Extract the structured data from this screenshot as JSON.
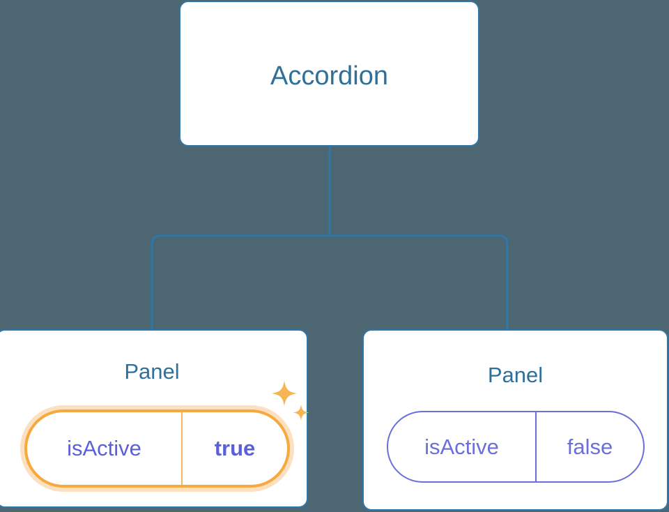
{
  "diagram": {
    "type": "component-tree",
    "background_color": "#4c6771",
    "node_border_color": "#2e77a8",
    "title_color": "#2e7099",
    "connector_color": "#2e77a8",
    "highlight_color": "#f5a93f",
    "highlight_glow_color": "#fbd9a9",
    "prop_text_color": "#6b6fd8",
    "root": {
      "title": "Accordion"
    },
    "children": [
      {
        "title": "Panel",
        "highlighted": true,
        "prop": {
          "key": "isActive",
          "value": "true"
        },
        "decoration": "sparkles-icon"
      },
      {
        "title": "Panel",
        "highlighted": false,
        "prop": {
          "key": "isActive",
          "value": "false"
        }
      }
    ]
  }
}
